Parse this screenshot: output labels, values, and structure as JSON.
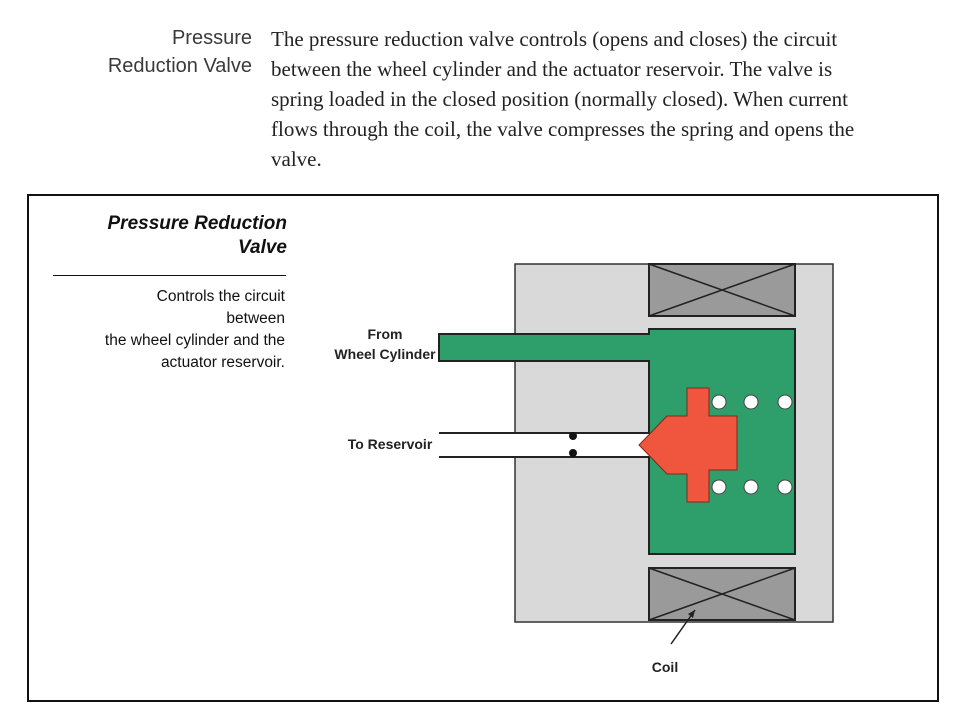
{
  "section": {
    "heading_lines": [
      "Pressure",
      "Reduction Valve"
    ],
    "body_lines": [
      "The pressure reduction valve controls (opens and closes) the circuit",
      "between the wheel cylinder and the actuator reservoir. The valve is",
      "spring loaded in the closed position (normally closed). When current",
      "flows through the coil, the valve compresses the spring and opens the",
      "valve."
    ]
  },
  "figure": {
    "title_lines": [
      "Pressure Reduction",
      "Valve"
    ],
    "caption_lines": [
      "Controls the circuit",
      "between",
      "the wheel cylinder and the",
      "actuator reservoir."
    ],
    "labels": {
      "from_line1": "From",
      "from_line2": "Wheel Cylinder",
      "to_reservoir": "To Reservoir",
      "coil": "Coil"
    },
    "colors": {
      "fluid": "#2e9e6a",
      "valve": "#f0553d",
      "housing": "#d9d9d9",
      "coil": "#9a9a9a"
    }
  }
}
